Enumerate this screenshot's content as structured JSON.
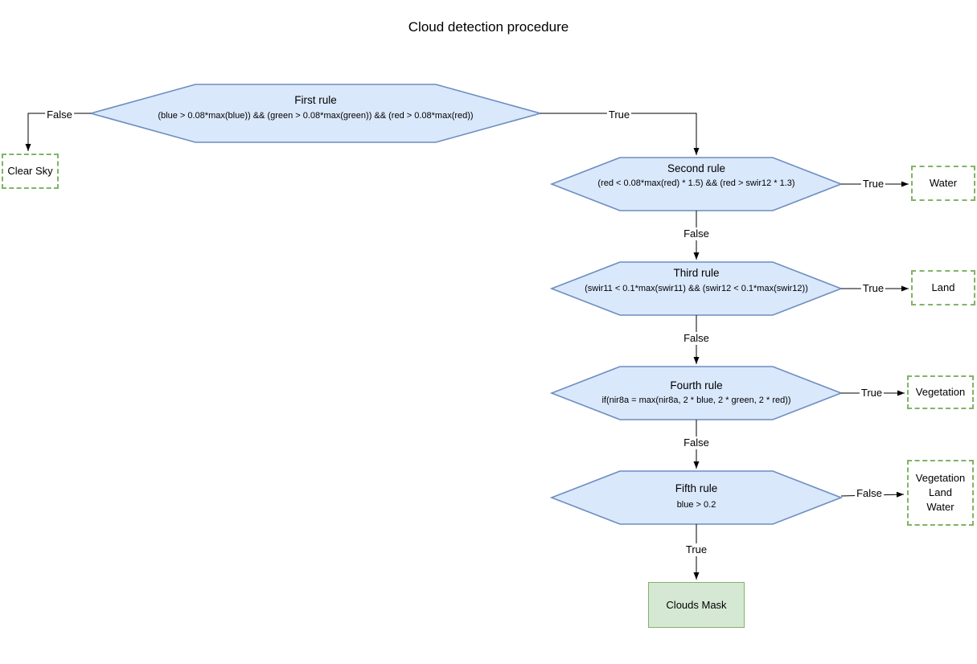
{
  "title": "Cloud detection procedure",
  "colors": {
    "decision_fill": "#dae8fc",
    "decision_border": "#6c8ebf",
    "outcome_border": "#82b366",
    "result_fill": "#d5e8d4",
    "result_border": "#82b366",
    "arrow": "#000000"
  },
  "nodes": [
    {
      "title": "First rule",
      "condition": "(blue > 0.08*max(blue)) && (green > 0.08*max(green)) && (red > 0.08*max(red))"
    },
    {
      "title": "Second rule",
      "condition": "(red < 0.08*max(red) * 1.5) && (red > swir12 * 1.3)"
    },
    {
      "title": "Third rule",
      "condition": "(swir11 < 0.1*max(swir11) && (swir12 < 0.1*max(swir12))"
    },
    {
      "title": "Fourth rule",
      "condition": "if(nir8a = max(nir8a, 2 * blue, 2 * green, 2 * red))"
    },
    {
      "title": "Fifth rule",
      "condition": "blue > 0.2"
    }
  ],
  "edges": [
    {
      "name": "first-rule-false",
      "label": "False"
    },
    {
      "name": "first-rule-true",
      "label": "True"
    },
    {
      "name": "second-rule-true",
      "label": "True"
    },
    {
      "name": "second-rule-false",
      "label": "False"
    },
    {
      "name": "third-rule-true",
      "label": "True"
    },
    {
      "name": "third-rule-false",
      "label": "False"
    },
    {
      "name": "fourth-rule-true",
      "label": "True"
    },
    {
      "name": "fourth-rule-false",
      "label": "False"
    },
    {
      "name": "fifth-rule-false",
      "label": "False"
    },
    {
      "name": "fifth-rule-true",
      "label": "True"
    }
  ],
  "terminals": {
    "clear_sky": "Clear Sky",
    "water": "Water",
    "land": "Land",
    "vegetation": "Vegetation",
    "vegetation_land_water": [
      "Vegetation",
      "Land",
      "Water"
    ],
    "clouds_mask": "Clouds Mask"
  }
}
